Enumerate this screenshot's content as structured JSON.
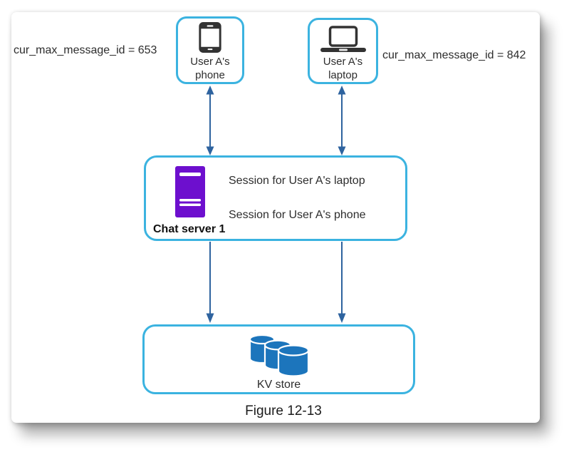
{
  "colors": {
    "box-border": "#3bb3e0",
    "arrow": "#2e639f",
    "server-purple": "#6d0fce",
    "db-blue": "#1c75bc",
    "text": "#2d2d2d",
    "icon-dark": "#333333"
  },
  "diagram": {
    "left_annotation": "cur_max_message_id = 653",
    "right_annotation": "cur_max_message_id = 842",
    "phone_box": {
      "label": "User A's phone",
      "icon": "smartphone-icon"
    },
    "laptop_box": {
      "label": "User A's laptop",
      "icon": "laptop-icon"
    },
    "server_box": {
      "title": "Chat server 1",
      "icon": "server-icon",
      "sessions": [
        "Session for User A's laptop",
        "Session for User A's phone"
      ]
    },
    "kv_box": {
      "label": "KV store",
      "icon": "database-icon"
    },
    "caption": "Figure 12-13",
    "connections": [
      {
        "from": "user-a-phone",
        "to": "chat-server-1",
        "type": "bidirectional"
      },
      {
        "from": "user-a-laptop",
        "to": "chat-server-1",
        "type": "bidirectional"
      },
      {
        "from": "chat-server-1",
        "to": "kv-store",
        "type": "directed"
      },
      {
        "from": "chat-server-1",
        "to": "kv-store",
        "type": "directed"
      }
    ]
  }
}
